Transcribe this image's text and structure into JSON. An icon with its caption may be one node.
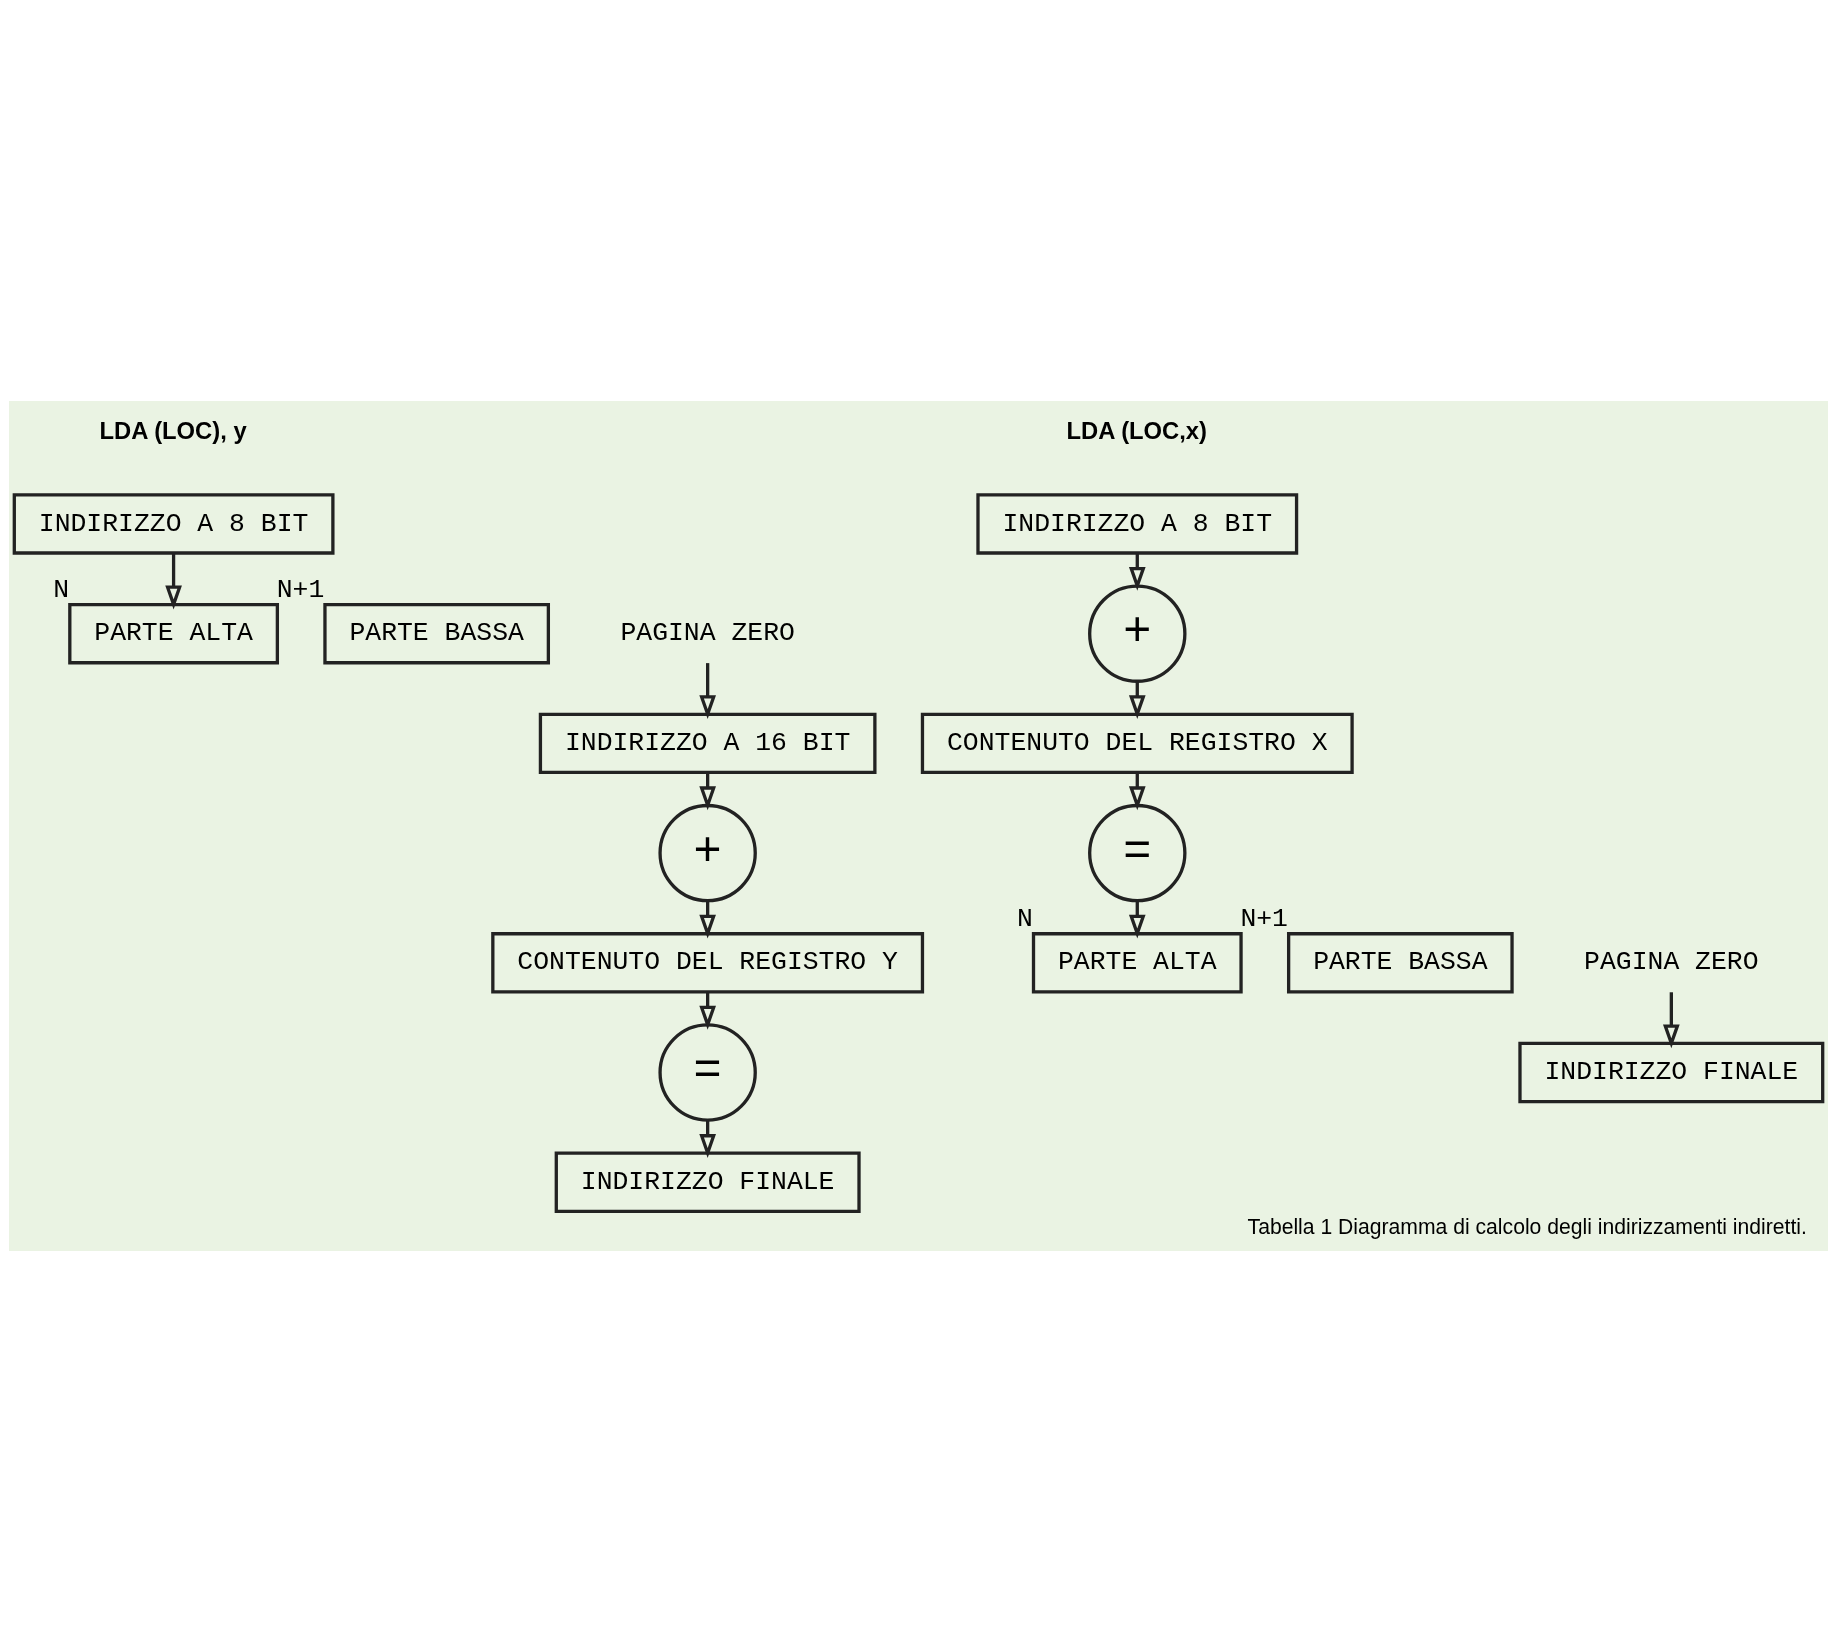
{
  "diagram": {
    "caption": "Tabella 1 Diagramma di calcolo degli indirizzamenti indiretti.",
    "nodes": [
      {
        "text": [
          "INDIRIZZO A 8 BIT"
        ]
      },
      {
        "text": [
          "PARTE ALTA"
        ],
        "beside": [
          "N"
        ]
      },
      {
        "text": [
          "PARTE BASSA"
        ],
        "beside": [
          "N+1"
        ]
      },
      {
        "text": [
          "PAGINA ZERO"
        ]
      },
      {
        "text": [
          "INDIRIZZO A 16 BIT"
        ]
      },
      {
        "text": [
          "+"
        ]
      },
      {
        "text": [
          "CONTENUTO DEL REGISTRO Y"
        ]
      },
      {
        "text": [
          "="
        ]
      },
      {
        "text": [
          "INDIRIZZO FINALE"
        ]
      },
      {
        "text": [
          "INDIRIZZO A 8 BIT"
        ]
      },
      {
        "text": [
          "+"
        ]
      },
      {
        "text": [
          "CONTENUTO DEL REGISTRO X"
        ]
      },
      {
        "text": [
          "="
        ]
      },
      {
        "text": [
          "PARTE ALTA"
        ],
        "beside": [
          "N"
        ]
      },
      {
        "text": [
          "PARTE BASSA"
        ],
        "beside": [
          "N+1"
        ]
      },
      {
        "text": [
          "PAGINA ZERO"
        ]
      },
      {
        "text": [
          "INDIRIZZO FINALE"
        ]
      }
    ],
    "edges": [
      {
        "from": 0,
        "to": 1,
        "arrow": "to"
      },
      {
        "from": 3,
        "to": 4,
        "arrow": "to"
      },
      {
        "from": 4,
        "to": 5,
        "arrow": "to"
      },
      {
        "from": 5,
        "to": 6,
        "arrow": "to"
      },
      {
        "from": 6,
        "to": 7,
        "arrow": "to"
      },
      {
        "from": 7,
        "to": 8,
        "arrow": "to"
      },
      {
        "from": 9,
        "to": 10,
        "arrow": "to"
      },
      {
        "from": 10,
        "to": 11,
        "arrow": "to"
      },
      {
        "from": 11,
        "to": 12,
        "arrow": "to"
      },
      {
        "from": 12,
        "to": 13,
        "arrow": "to"
      },
      {
        "from": 15,
        "to": 16,
        "arrow": "to"
      }
    ],
    "labels": [
      "LDA (LOC), y",
      "LDA (LOC,x)"
    ]
  }
}
